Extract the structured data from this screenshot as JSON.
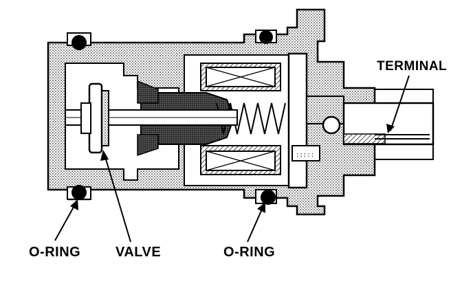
{
  "labels": {
    "terminal": "TERMINAL",
    "oring_left": "O-RING",
    "valve": "VALVE",
    "oring_right": "O-RING"
  },
  "colors": {
    "ink": "#000000",
    "stipple": "#7a7a7a",
    "background": "#ffffff"
  }
}
